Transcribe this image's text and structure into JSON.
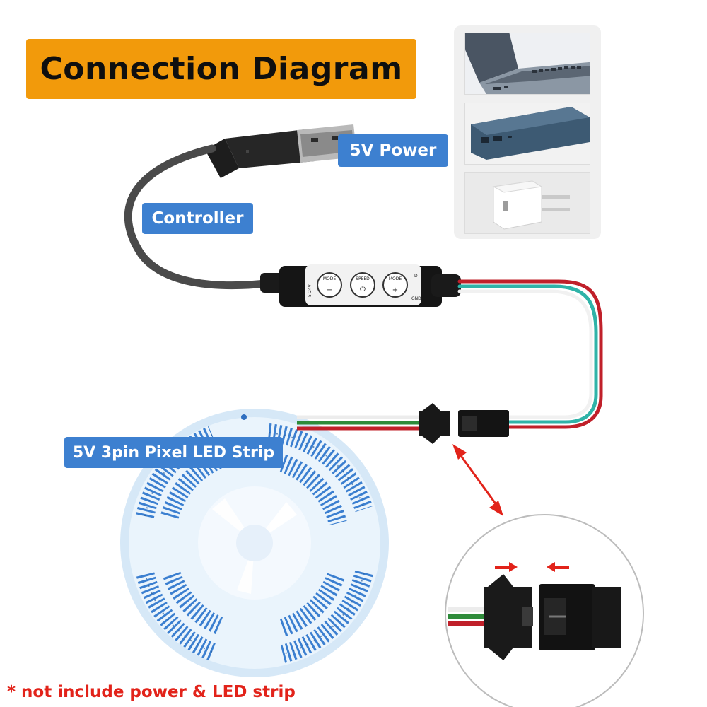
{
  "title": "Connection Diagram",
  "labels": {
    "power": "5V Power",
    "controller": "Controller",
    "strip": "5V 3pin Pixel LED Strip"
  },
  "footnote": "* not include power & LED strip",
  "controller_buttons": {
    "mode_minus": "MODE",
    "speed": "SPEED",
    "mode_plus": "MODE"
  },
  "controller_pins": {
    "voltage": "5-24V",
    "data": "D",
    "ground": "GND"
  },
  "power_sources": [
    "laptop",
    "power-bank",
    "usb-wall-charger"
  ],
  "colors": {
    "banner": "#f29a0b",
    "label": "#3d80d0",
    "footnote": "#e2231a",
    "wire_red": "#c0202a",
    "wire_teal": "#2fb3a8",
    "wire_white": "#f4f4f4",
    "led_blue": "#3b7fd0"
  }
}
